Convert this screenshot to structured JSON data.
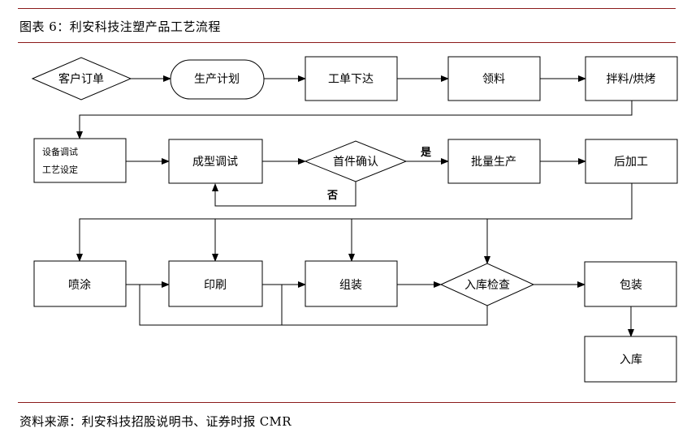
{
  "caption": "图表 6：利安科技注塑产品工艺流程",
  "source": "资料来源：利安科技招股说明书、证券时报 CMR",
  "nodes": {
    "order": "客户订单",
    "plan": "生产计划",
    "dispatch": "工单下达",
    "material": "领料",
    "mixing": "拌料/烘烤",
    "setup_line1": "设备调试",
    "setup_line2": "工艺设定",
    "mold_test": "成型调试",
    "first_check": "首件确认",
    "mass": "批量生产",
    "post": "后加工",
    "spray": "喷涂",
    "print": "印刷",
    "assembly": "组装",
    "inspect": "入库检查",
    "pack": "包装",
    "warehouse": "入库"
  },
  "labels": {
    "yes": "是",
    "no": "否"
  }
}
